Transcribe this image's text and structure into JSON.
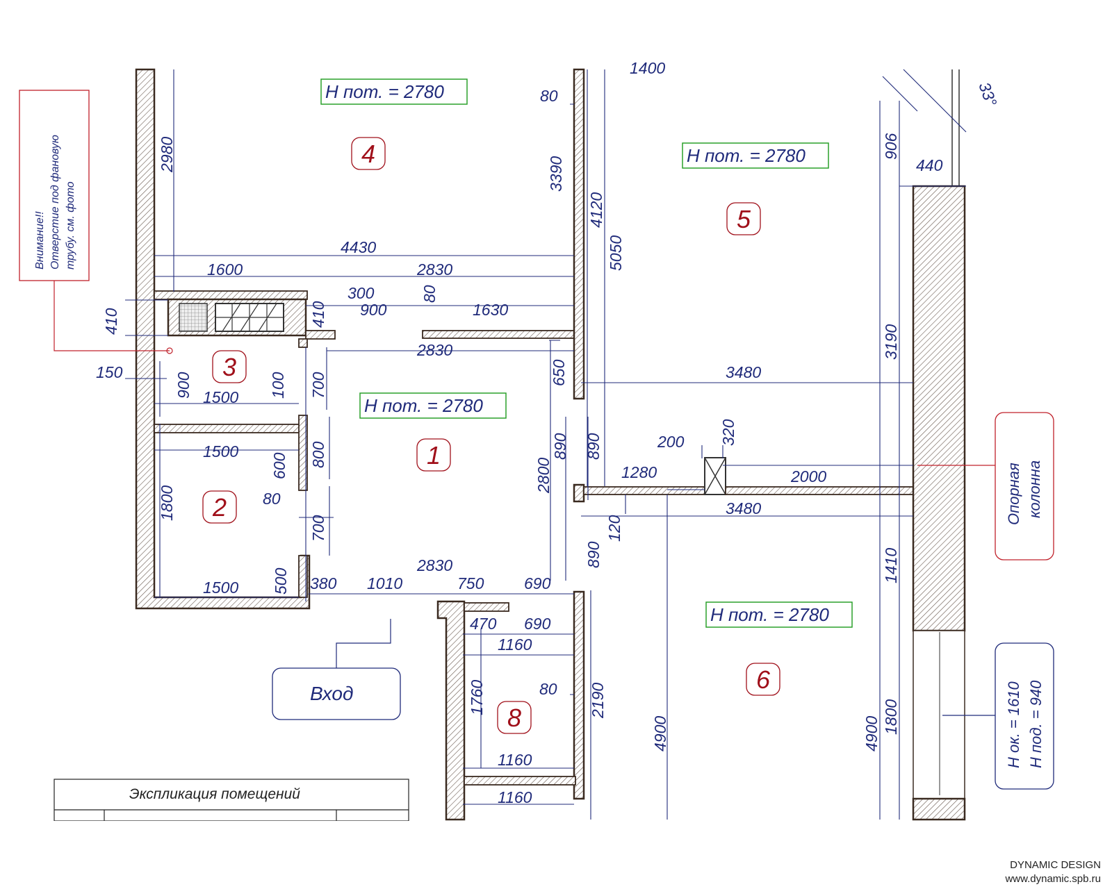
{
  "rooms": [
    {
      "id": "1",
      "label": "1",
      "height_label": "Н пот. = 2780"
    },
    {
      "id": "2",
      "label": "2"
    },
    {
      "id": "3",
      "label": "3"
    },
    {
      "id": "4",
      "label": "4",
      "height_label": "Н пот. = 2780"
    },
    {
      "id": "5",
      "label": "5",
      "height_label": "Н пот. = 2780"
    },
    {
      "id": "6",
      "label": "6",
      "height_label": "Н пот. = 2780"
    },
    {
      "id": "8",
      "label": "8"
    }
  ],
  "dimensions": {
    "d2980": "2980",
    "d80a": "80",
    "d3390": "3390",
    "d4120": "4120",
    "d5050": "5050",
    "d906": "906",
    "d440": "440",
    "d4430": "4430",
    "d1600": "1600",
    "d2830a": "2830",
    "d300": "300",
    "d80b": "80",
    "d410a": "410",
    "d410b": "410",
    "d900a": "900",
    "d1630": "1630",
    "d2830b": "2830",
    "d150": "150",
    "d900b": "900",
    "d100": "100",
    "d700a": "700",
    "d1500a": "1500",
    "d650": "650",
    "d3480a": "3480",
    "d3190": "3190",
    "d1500b": "1500",
    "d600": "600",
    "d800": "800",
    "d890a": "890",
    "d890b": "890",
    "d2800": "2800",
    "d200": "200",
    "d320": "320",
    "d1280": "1280",
    "d2000": "2000",
    "d80c": "80",
    "d1800a": "1800",
    "d700b": "700",
    "d3480b": "3480",
    "d120": "120",
    "d890c": "890",
    "d2830c": "2830",
    "d1500c": "1500",
    "d500": "500",
    "d380": "380",
    "d1010": "1010",
    "d750": "750",
    "d690a": "690",
    "d1410": "1410",
    "d470": "470",
    "d690b": "690",
    "d1160a": "1160",
    "d1760": "1760",
    "d80d": "80",
    "d2190": "2190",
    "d4900a": "4900",
    "d4900b": "4900",
    "d1800b": "1800",
    "d1160b": "1160",
    "d1160c": "1160",
    "d1400": "1400",
    "d33": "33°"
  },
  "notes": {
    "warning_line1": "Внимание!!",
    "warning_line2": "Отверстие под фановую",
    "warning_line3": "трубу. см. фото",
    "entrance": "Вход",
    "column_line1": "Опорная",
    "column_line2": "колонна",
    "window_line1": "Н ок. = 1610",
    "window_line2": "Н под. = 940"
  },
  "table": {
    "title": "Экспликация помещений"
  },
  "footer": {
    "line1": "DYNAMIC DESIGN",
    "line2": "www.dynamic.spb.ru"
  },
  "colors": {
    "wall": "#3a2a20",
    "dimension": "#1f2a7a",
    "room_number": "#a0101a",
    "height_box": "#2aa02a",
    "callout": "#c0202a"
  }
}
